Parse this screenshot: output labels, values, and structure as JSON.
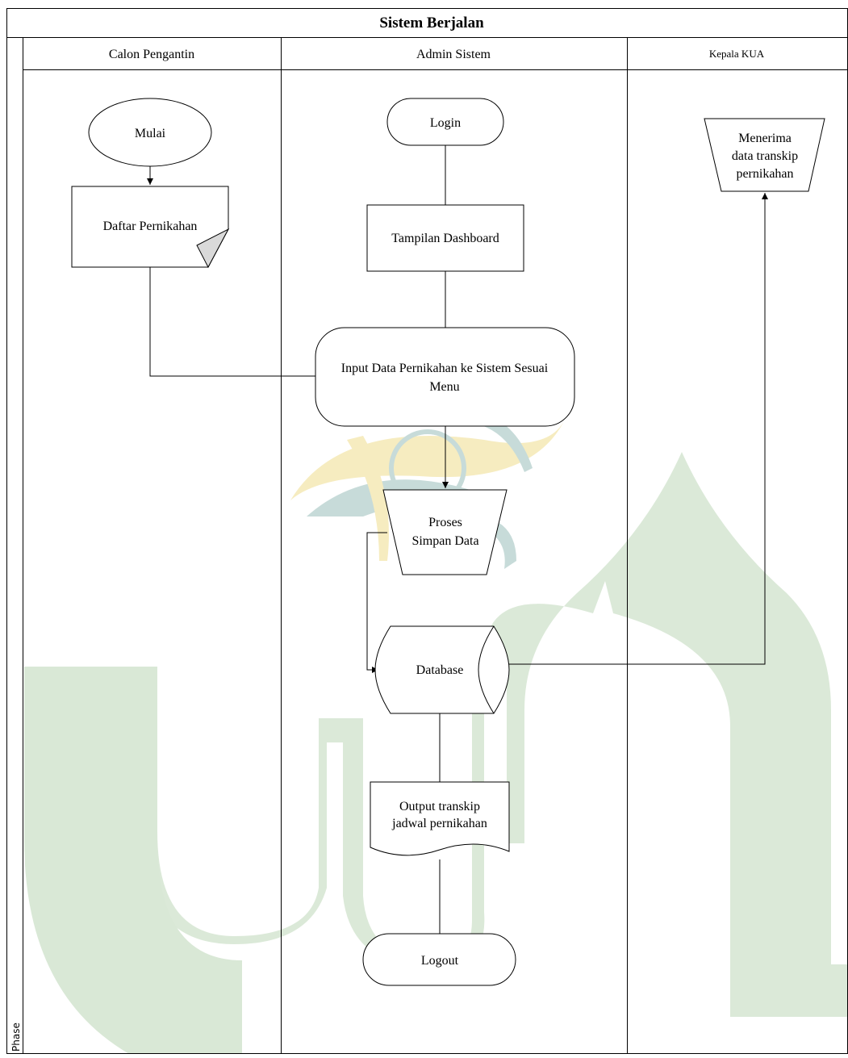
{
  "diagram": {
    "title": "Sistem Berjalan",
    "phase_label": "Phase",
    "lanes": {
      "calon": "Calon Pengantin",
      "admin": "Admin Sistem",
      "kepala": "Kepala KUA"
    },
    "nodes": {
      "mulai": "Mulai",
      "daftar": "Daftar Pernikahan",
      "login": "Login",
      "dashboard": "Tampilan Dashboard",
      "input_line1": "Input Data Pernikahan ke Sistem Sesuai",
      "input_line2": "Menu",
      "proses_line1": "Proses",
      "proses_line2": "Simpan Data",
      "database": "Database",
      "output_line1": "Output transkip",
      "output_line2": "jadwal pernikahan",
      "menerima_line1": "Menerima",
      "menerima_line2": "data transkip",
      "menerima_line3": "pernikahan",
      "logout": "Logout"
    },
    "colors": {
      "stroke": "#000000",
      "watermark_green": "#d9e8d6",
      "watermark_yellow": "#f6ecc0",
      "watermark_teal": "#c7dbd9",
      "page_fold": "#d9d9d9"
    }
  }
}
